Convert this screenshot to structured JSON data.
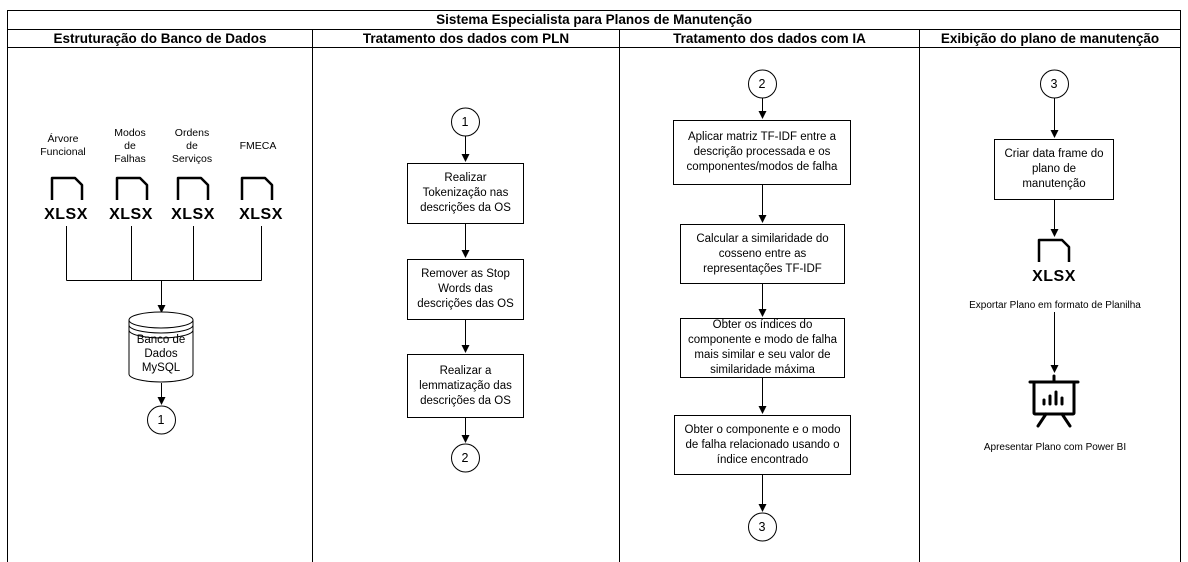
{
  "title": "Sistema Especialista para Planos de Manutenção",
  "lanes": [
    {
      "header": "Estruturação do Banco de Dados"
    },
    {
      "header": "Tratamento dos dados com PLN"
    },
    {
      "header": "Tratamento dos dados com IA"
    },
    {
      "header": "Exibição do plano de manutenção"
    }
  ],
  "lane1": {
    "inputs": [
      {
        "label": "Árvore\nFuncional",
        "file_type": "XLSX"
      },
      {
        "label": "Modos\nde\nFalhas",
        "file_type": "XLSX"
      },
      {
        "label": "Ordens\nde\nServiços",
        "file_type": "XLSX"
      },
      {
        "label": "FMECA",
        "file_type": "XLSX"
      }
    ],
    "database": "Banco de\nDados\nMySQL",
    "connector_out": "1"
  },
  "lane2": {
    "connector_in": "1",
    "steps": [
      "Realizar Tokenização nas descrições da OS",
      "Remover as Stop Words das descrições das OS",
      "Realizar a lemmatização das descrições da OS"
    ],
    "connector_out": "2"
  },
  "lane3": {
    "connector_in": "2",
    "steps": [
      "Aplicar matriz TF-IDF entre a descrição processada e os componentes/modos de falha",
      "Calcular a similaridade do cosseno entre as representações TF-IDF",
      "Obter os índices do componente e modo de falha mais similar e seu valor de similaridade máxima",
      "Obter o componente e o modo de falha relacionado usando o índice encontrado"
    ],
    "connector_out": "3"
  },
  "lane4": {
    "connector_in": "3",
    "step": "Criar data frame do plano de manutenção",
    "export_file_type": "XLSX",
    "export_caption": "Exportar Plano em formato de Planilha",
    "present_icon": "presentation-chart-icon",
    "present_caption": "Apresentar Plano com Power BI"
  }
}
